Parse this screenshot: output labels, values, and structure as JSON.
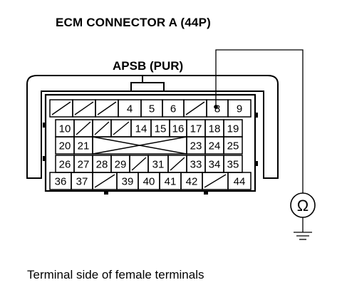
{
  "title": "ECM CONNECTOR A (44P)",
  "terminal_label": "APSB (PUR)",
  "caption": "Terminal side of female terminals",
  "meter_symbol": "Ω",
  "connector_rows": [
    [
      "",
      "",
      "",
      "4",
      "5",
      "6",
      "",
      "8",
      "9"
    ],
    [
      "10",
      "",
      "",
      "",
      "14",
      "15",
      "16",
      "17",
      "18",
      "19"
    ],
    [
      "20",
      "21",
      "",
      "",
      "",
      "",
      "",
      "23",
      "24",
      "25"
    ],
    [
      "26",
      "27",
      "28",
      "29",
      "",
      "31",
      "",
      "33",
      "34",
      "35"
    ],
    [
      "36",
      "37",
      "",
      "39",
      "40",
      "41",
      "42",
      "",
      "44"
    ]
  ]
}
